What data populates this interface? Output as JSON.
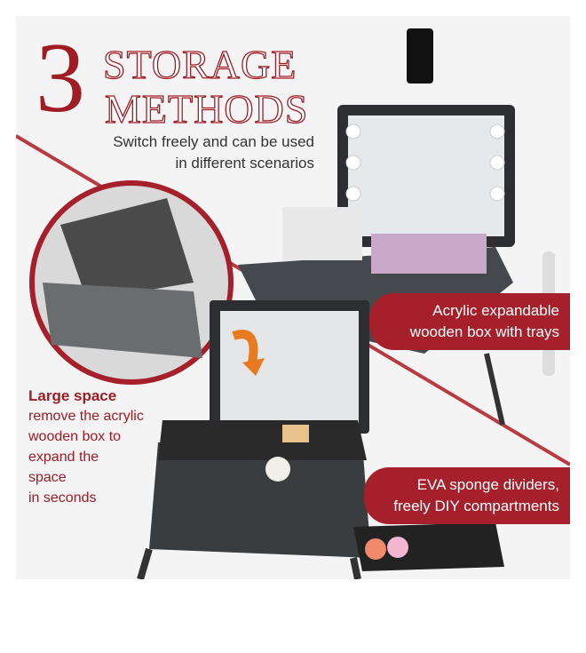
{
  "headline": {
    "number": "3",
    "line1": "STORAGE",
    "line2": "METHODS"
  },
  "subtitle": {
    "line1": "Switch freely and can be used",
    "line2": "in different scenarios"
  },
  "callouts": {
    "acrylic": {
      "line1": "Acrylic expandable",
      "line2": "wooden box with trays"
    },
    "eva": {
      "line1": "EVA sponge dividers,",
      "line2": "freely DIY compartments"
    },
    "large_space": {
      "title": "Large space",
      "lines": [
        "remove the acrylic",
        "wooden box to",
        "expand the",
        "space",
        "in seconds"
      ]
    }
  },
  "colors": {
    "accent": "#a5202a",
    "case": "#3a3d40"
  }
}
